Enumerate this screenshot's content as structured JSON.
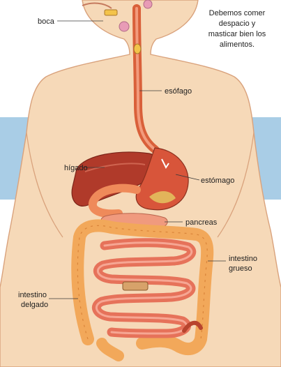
{
  "note": {
    "line1": "Debemos comer",
    "line2": "despacio y",
    "line3": "masticar bien los",
    "line4": "alimentos."
  },
  "labels": {
    "boca": "boca",
    "esofago": "esófago",
    "higado": "hígado",
    "estomago": "estómago",
    "pancreas": "pancreas",
    "intestino_grueso_1": "intestino",
    "intestino_grueso_2": "grueso",
    "intestino_delgado_1": "intestino",
    "intestino_delgado_2": "delgado"
  },
  "colors": {
    "background": "#ffffff",
    "blue_band": "#a9cde6",
    "skin": "#f6d9b8",
    "skin_outline": "#d9a27c",
    "esophagus": "#d9603a",
    "liver": "#b03a2a",
    "stomach": "#d8553a",
    "pancreas": "#f09a7e",
    "large_intestine": "#f2a85a",
    "small_intestine": "#e6725a"
  }
}
